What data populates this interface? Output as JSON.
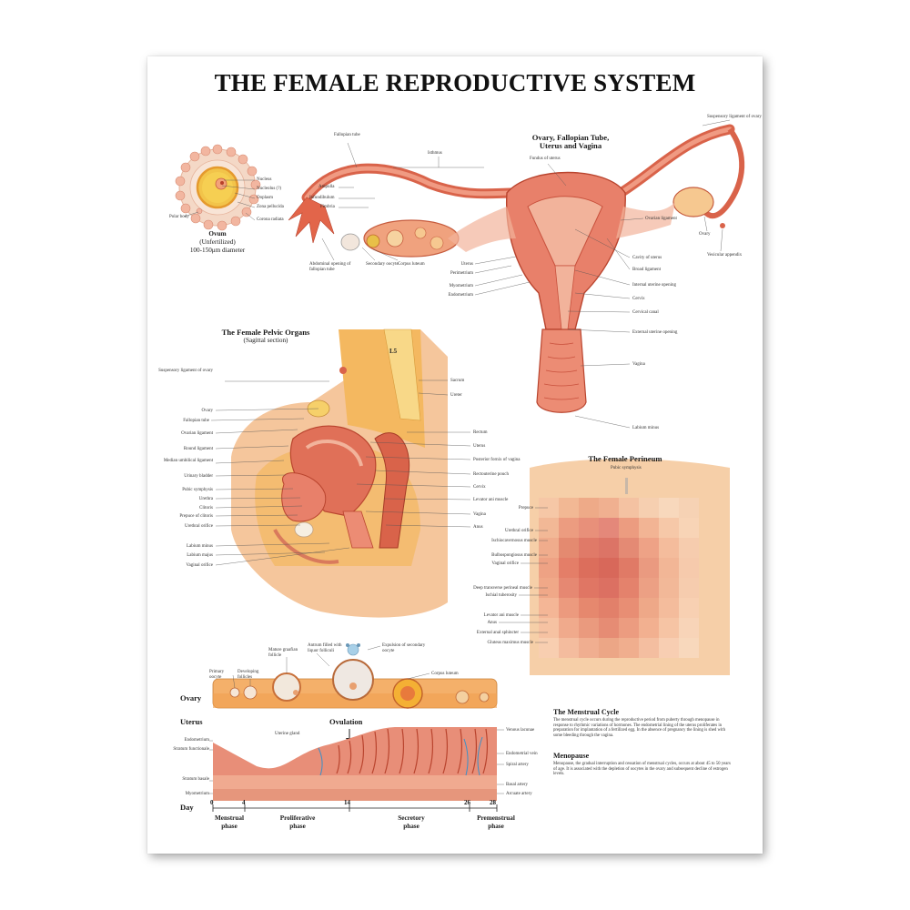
{
  "poster": {
    "title": "THE FEMALE REPRODUCTIVE SYSTEM"
  },
  "ovum": {
    "caption_line1": "Ovum",
    "caption_line2": "(Unfertilized)",
    "caption_line3": "100-150μm diameter",
    "labels": [
      "Nucleus",
      "Nucleolus (?)",
      "Ooplasm",
      "Zona pellucida",
      "Corona radiata",
      "Polar body"
    ]
  },
  "uterus_section": {
    "title_line1": "Ovary, Fallopian Tube,",
    "title_line2": "Uterus and Vagina",
    "labels_top": [
      "Fallopian tube",
      "Isthmus",
      "Fundus of uterus",
      "Suspensory ligament of ovary"
    ],
    "labels_left": [
      "Ampulla",
      "Infundibulum",
      "Fimbria",
      "Abdominal opening of fallopian tube",
      "Secondary oocyte",
      "Corpus luteum",
      "Uterus",
      "Perimetrium",
      "Myometrium",
      "Endometrium"
    ],
    "labels_right": [
      "Ovarian ligament",
      "Ovary",
      "Vesicular appendix",
      "Cavity of uterus",
      "Broad ligament",
      "Internal uterine opening",
      "Cervix",
      "Cervical canal",
      "External uterine opening",
      "Vagina",
      "Labium minus"
    ]
  },
  "pelvic": {
    "title": "The Female Pelvic Organs",
    "subtitle": "(Sagittal section)",
    "vertebra": "L5",
    "labels_left": [
      "Suspensory ligament of ovary",
      "Ovary",
      "Fallopian tube",
      "Ovarian ligament",
      "Round ligament",
      "Median umbilical ligament",
      "Urinary bladder",
      "Pubic symphysis",
      "Urethra",
      "Clitoris",
      "Prepuce of clitoris",
      "Urethral orifice",
      "Labium minus",
      "Labium majus",
      "Vaginal orifice"
    ],
    "labels_right": [
      "Sacrum",
      "Ureter",
      "Rectum",
      "Uterus",
      "Posterior fornix of vagina",
      "Rectouterine pouch",
      "Cervix",
      "Levator ani muscle",
      "Vagina",
      "Anus"
    ]
  },
  "perineum": {
    "title": "The Female Perineum",
    "subtitle": "Pubic symphysis",
    "labels_left": [
      "Prepuce",
      "Urethral orifice",
      "Ischiocavernosus muscle",
      "Bulbospongiosus muscle",
      "Vaginal orifice",
      "Deep transverse perineal muscle",
      "Ischial tuberosity",
      "Levator ani muscle",
      "Anus",
      "External anal sphincter",
      "Gluteus maximus muscle"
    ]
  },
  "cycle": {
    "ovary_label": "Ovary",
    "uterus_label": "Uterus",
    "ovulation_label": "Ovulation",
    "day_label": "Day",
    "follicle_labels": [
      "Primary oocyte",
      "Developing follicles",
      "Mature graafian follicle",
      "Antrum filled with liquor folliculi",
      "Expulsion of secondary oocyte",
      "Corpus luteum"
    ],
    "uterus_labels_left": [
      "Endometrium",
      "Stratum functionale",
      "Stratum basale",
      "Myometrium"
    ],
    "uterus_labels_right": [
      "Venous lacunae",
      "Endometrial vein",
      "Spiral artery",
      "Basal artery",
      "Arcuate artery"
    ],
    "uterine_gland": "Uterine gland",
    "days": [
      "0",
      "4",
      "14",
      "26",
      "28"
    ],
    "phases": [
      {
        "line1": "Menstrual",
        "line2": "phase"
      },
      {
        "line1": "Proliferative",
        "line2": "phase"
      },
      {
        "line1": "Secretory",
        "line2": "phase"
      },
      {
        "line1": "Premenstrual",
        "line2": "phase"
      }
    ]
  },
  "text_blocks": {
    "menstrual_title": "The Menstrual Cycle",
    "menstrual_text": "The menstrual cycle occurs during the reproductive period from puberty through menopause in response to rhythmic variations of hormones. The endometrial lining of the uterus proliferates in preparation for implantation of a fertilized egg. In the absence of pregnancy the lining is shed with some bleeding through the vagina.",
    "menopause_title": "Menopause",
    "menopause_text": "Menopause, the gradual interruption and cessation of menstrual cycles, occurs at about 45 to 50 years of age. It is associated with the depletion of oocytes in the ovary and subsequent decline of estrogen levels."
  },
  "colors": {
    "tissue": "#e8806a",
    "tissue_dark": "#c8503c",
    "tissue_light": "#f2b39b",
    "fat": "#f4b860",
    "skin": "#f5c69c",
    "leader": "#555555"
  }
}
